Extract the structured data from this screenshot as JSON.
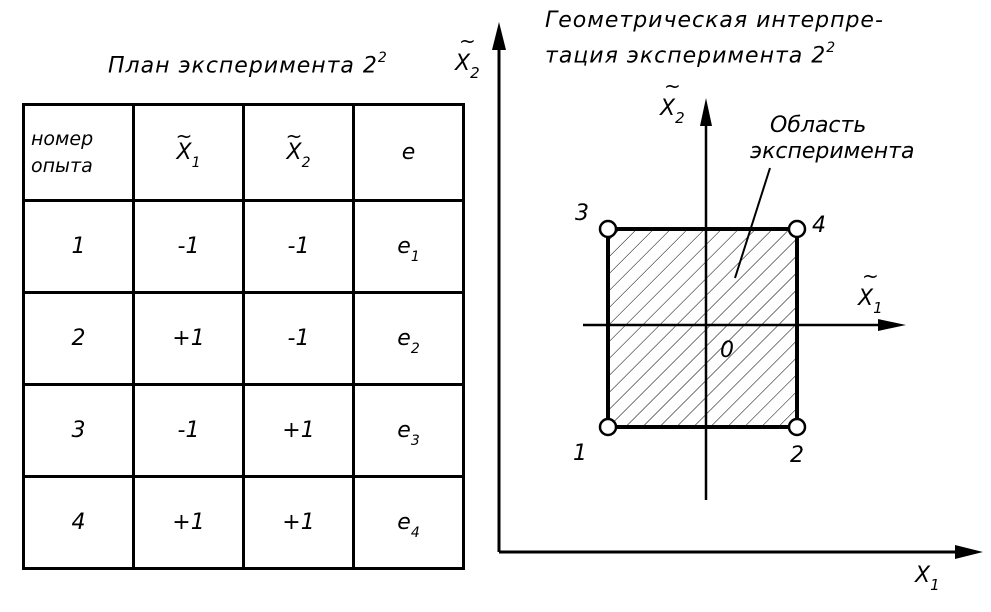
{
  "table_caption": "План эксперимента 2",
  "table_caption_exp": "2",
  "figure_caption_line1": "Геометрическая интерпре-",
  "figure_caption_line2": "тация эксперимента 2",
  "figure_caption_exp": "2",
  "table": {
    "header": {
      "num_line1": "номер",
      "num_line2": "опыта",
      "x1": "X",
      "x1_sub": "1",
      "x2": "X",
      "x2_sub": "2",
      "e": "e"
    },
    "rows": [
      {
        "num": "1",
        "x1": "-1",
        "x2": "-1",
        "e": "e",
        "e_sub": "1"
      },
      {
        "num": "2",
        "x1": "+1",
        "x2": "-1",
        "e": "e",
        "e_sub": "2"
      },
      {
        "num": "3",
        "x1": "-1",
        "x2": "+1",
        "e": "e",
        "e_sub": "3"
      },
      {
        "num": "4",
        "x1": "+1",
        "x2": "+1",
        "e": "e",
        "e_sub": "4"
      }
    ]
  },
  "figure": {
    "outer_y_label": "X",
    "outer_y_sub": "2",
    "outer_x_label": "X",
    "outer_x_sub": "1",
    "inner_y_label": "X",
    "inner_y_sub": "2",
    "inner_x_label": "X",
    "inner_x_sub": "1",
    "origin_label": "0",
    "region_label_line1": "Область",
    "region_label_line2": "эксперимента",
    "corner_labels": [
      "1",
      "2",
      "3",
      "4"
    ]
  }
}
